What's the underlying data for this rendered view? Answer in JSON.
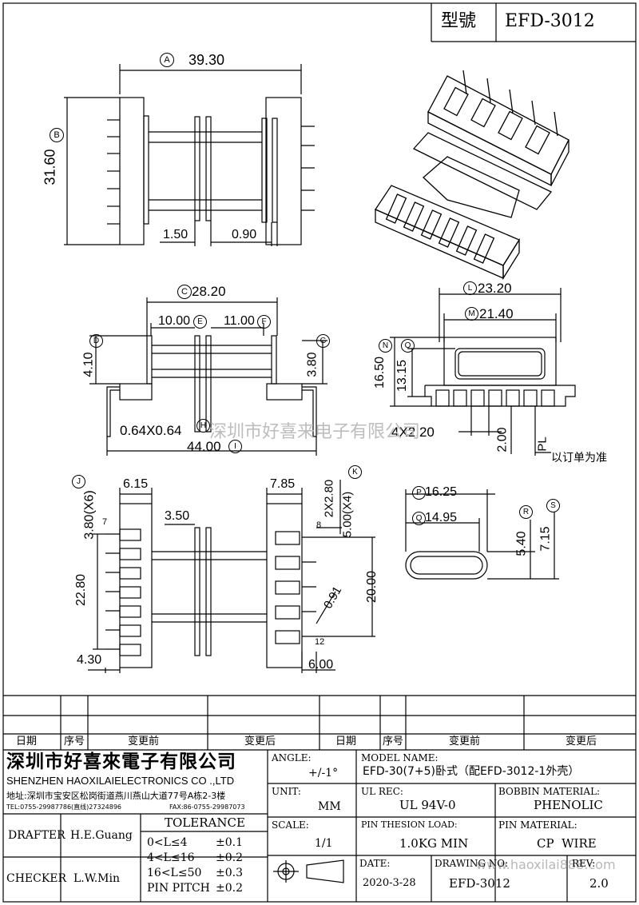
{
  "header": {
    "model_label": "型號",
    "model_value": "EFD-3012"
  },
  "top_view": {
    "mark_a": "A",
    "dim_a": "39.30",
    "mark_b": "B",
    "dim_b": "31.60",
    "dim_flange": "1.50",
    "dim_gap": "0.90"
  },
  "side_view": {
    "mark_c": "C",
    "dim_c": "28.20",
    "dim_e": "10.00",
    "mark_e": "E",
    "dim_f": "11.00",
    "mark_f": "F",
    "mark_d": "D",
    "dim_d": "4.10",
    "mark_g": "G",
    "dim_g": "3.80",
    "dim_pin": "0.64X0.64",
    "mark_h": "H",
    "dim_i": "44.00",
    "mark_i": "I"
  },
  "end_view": {
    "mark_l": "L",
    "dim_l": "23.20",
    "mark_m": "M",
    "dim_m": "21.40",
    "mark_n": "N",
    "dim_n": "16.50",
    "mark_o": "O",
    "dim_o": "13.15",
    "dim_pitch": "4X2.20",
    "dim_200": "2.00",
    "pl": "PL",
    "pl_note": "以订单为准"
  },
  "bottom_view": {
    "mark_j": "J",
    "dim_j": "3.80(X6)",
    "dim_615": "6.15",
    "dim_785": "7.85",
    "mark_k": "K",
    "dim_k1": "2X2.80",
    "dim_k2": "5.00(X4)",
    "dim_350": "3.50",
    "pin7": "7",
    "pin8": "8",
    "pin12": "12",
    "dim_2280": "22.80",
    "dim_2000": "20.00",
    "dim_091": "0.91",
    "dim_430": "4.30",
    "dim_600": "6.00"
  },
  "cover_view": {
    "mark_p": "P",
    "dim_p": "16.25",
    "mark_q": "Q",
    "dim_q": "14.95",
    "mark_r": "R",
    "dim_r": "5.40",
    "mark_s": "S",
    "dim_s": "7.15"
  },
  "revision_table": {
    "col_date": "日期",
    "col_no": "序号",
    "col_before": "变更前",
    "col_after": "变更后"
  },
  "company": {
    "name_cn": "深圳市好喜來電子有限公司",
    "name_en": "SHENZHEN HAOXILAIELECTRONICS CO .,LTD",
    "address": "地址:深圳市宝安区松岗街道燕川燕山大道77号A栋2-3楼",
    "tel": "TEL:0755-29987786(直线)27324896",
    "fax": "FAX:86-0755-29987073"
  },
  "title_block": {
    "angle_label": "ANGLE:",
    "angle_value": "+/-1°",
    "unit_label": "UNIT:",
    "unit_value": "MM",
    "scale_label": "SCALE:",
    "scale_value": "1/1",
    "model_name_label": "MODEL NAME:",
    "model_name_value": "EFD-30(7+5)卧式（配EFD-3012-1外壳）",
    "ul_label": "UL REC:",
    "ul_value": "UL 94V-0",
    "bobbin_label": "BOBBIN MATERIAL:",
    "bobbin_value": "PHENOLIC",
    "pin_load_label": "PIN THESION LOAD:",
    "pin_load_value": "1.0KG MIN",
    "pin_mat_label": "PIN MATERIAL:",
    "pin_mat_value": "CP  WIRE",
    "date_label": "DATE:",
    "date_value": "2020-3-28",
    "drawing_label": "DRAWING NO:",
    "drawing_value": "EFD-3012",
    "rev_label": "REV:",
    "rev_value": "2.0",
    "drafter_label": "DRAFTER",
    "drafter_value": "H.E.Guang",
    "checker_label": "CHECKER",
    "checker_value": "L.W.Min",
    "tolerance_title": "TOLERANCE",
    "tol_rows": [
      {
        "range": "0<L≤4",
        "value": "±0.1"
      },
      {
        "range": "4<L≤16",
        "value": "±0.2"
      },
      {
        "range": "16<L≤50",
        "value": "±0.3"
      },
      {
        "range": "PIN PITCH",
        "value": "±0.2"
      }
    ]
  },
  "watermarks": {
    "center": "深圳市好喜来电子有限公司",
    "url": "www.haoxilai888.com"
  }
}
